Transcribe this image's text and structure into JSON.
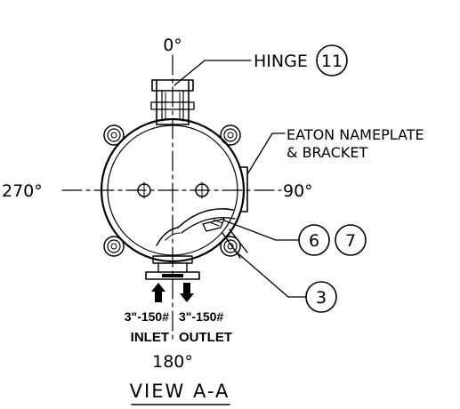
{
  "angles": {
    "top": "0°",
    "left": "270°",
    "right": "90°",
    "bottom": "180°"
  },
  "callouts": {
    "hinge": {
      "label": "HINGE",
      "number": "11"
    },
    "nameplate": {
      "line1": "EATON NAMEPLATE",
      "line2": "& BRACKET"
    },
    "item_6": "6",
    "item_7": "7",
    "item_3": "3"
  },
  "inlet": {
    "size": "3\"-150#",
    "label": "INLET"
  },
  "outlet": {
    "size": "3\"-150#",
    "label": "OUTLET"
  },
  "view_title": "VIEW A-A"
}
